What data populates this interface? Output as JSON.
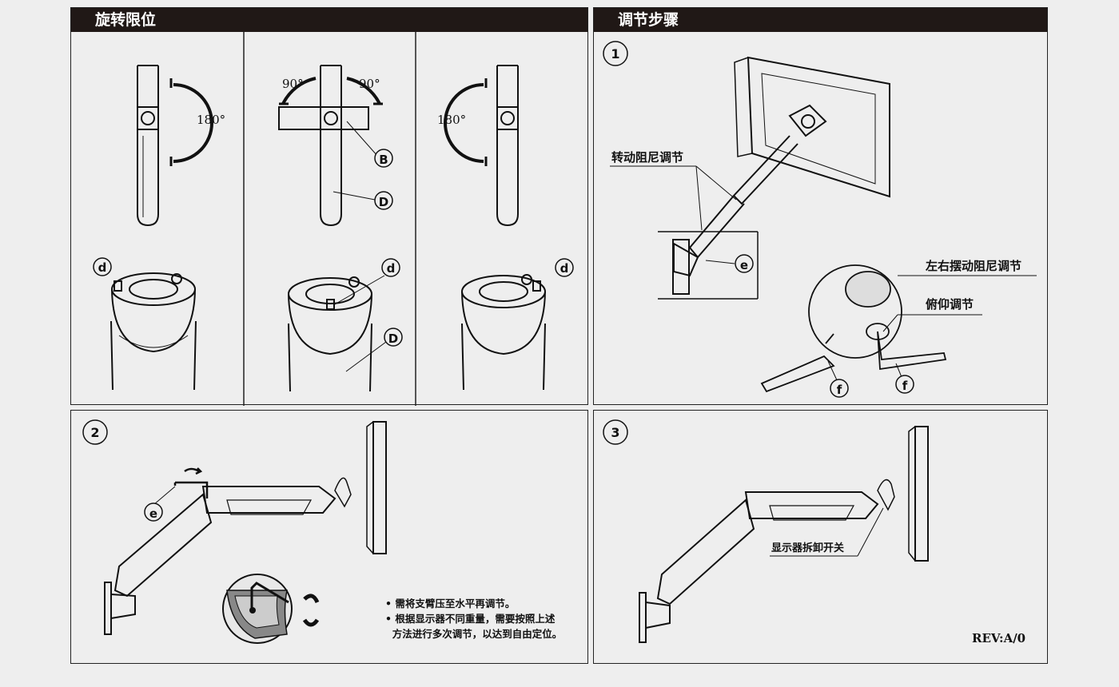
{
  "left_panel": {
    "title": "旋转限位",
    "angles": {
      "left": "180°",
      "mid_left": "90°",
      "mid_right": "90°",
      "right": "180°"
    },
    "callouts": {
      "B": "B",
      "D": "D",
      "d": "d"
    }
  },
  "right_panel": {
    "title": "调节步骤",
    "step1": {
      "number": "1",
      "label_rotation": "转动阻尼调节",
      "label_swing": "左右摆动阻尼调节",
      "label_tilt": "俯仰调节",
      "callout_e": "e",
      "callout_f": "f"
    }
  },
  "step2": {
    "number": "2",
    "callout_e": "e",
    "notes": [
      "• 需将支臂压至水平再调节。",
      "• 根据显示器不同重量，需要按照上述",
      "  方法进行多次调节，以达到自由定位。"
    ]
  },
  "step3": {
    "number": "3",
    "label_release": "显示器拆卸开关",
    "revision": "REV:A/0"
  },
  "colors": {
    "header_bg": "#201816",
    "line": "#111111",
    "page_bg": "#eeeeee"
  }
}
